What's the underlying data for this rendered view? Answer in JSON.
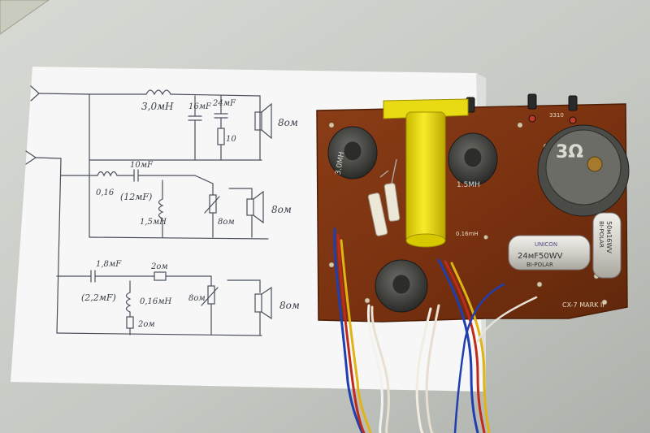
{
  "schematic": {
    "labels": {
      "l1": "3,0мН",
      "c1": "16мF",
      "c2": "24мF",
      "r1": "10",
      "spk1": "8ом",
      "c3": "10мF",
      "l2": "0,16",
      "c3b": "(12мF)",
      "l3": "1,5мН",
      "r2": "8ом",
      "spk2": "8ом",
      "c4": "1,8мF",
      "r3": "2ом",
      "c4b": "(2,2мF)",
      "l4": "0,16мН",
      "r4": "8ом",
      "r5": "2ом",
      "spk3": "8ом"
    }
  },
  "board": {
    "coil_a": "1.5MH",
    "coil_b": "3.0MH",
    "pcb_label": "0.16mH",
    "cap_white": "24мF50WV",
    "cap_white_top": "UNICON",
    "cap_white_sub": "BI-POLAR",
    "cap_side": "50м16WV",
    "cap_side_sub": "BI-POLAR",
    "pot": "3Ω",
    "marking": "CX-7 MARK II",
    "pcb_num": "3310"
  }
}
